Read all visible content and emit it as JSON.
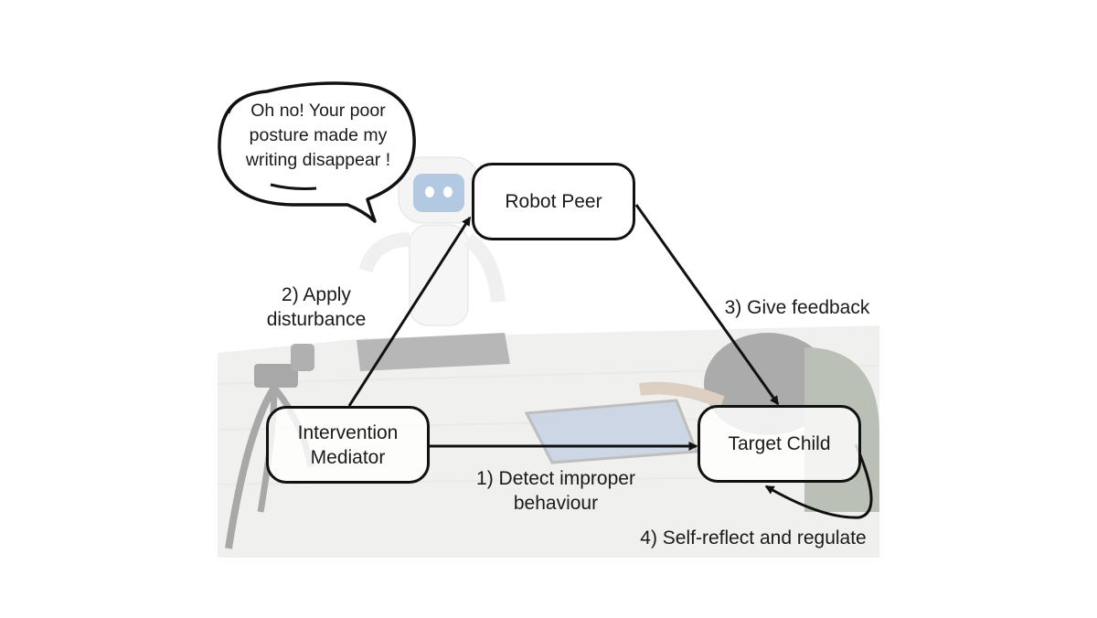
{
  "bubble": {
    "text": "Oh no! Your poor\nposture made my\nwriting disappear !"
  },
  "nodes": {
    "robot": {
      "label": "Robot Peer"
    },
    "mediator": {
      "label": "Intervention\nMediator"
    },
    "child": {
      "label": "Target Child"
    }
  },
  "edges": {
    "detect": {
      "label": "1) Detect improper\nbehaviour"
    },
    "apply": {
      "label": "2) Apply\ndisturbance"
    },
    "feedback": {
      "label": "3) Give feedback"
    },
    "reflect": {
      "label": "4) Self-reflect and regulate"
    }
  }
}
